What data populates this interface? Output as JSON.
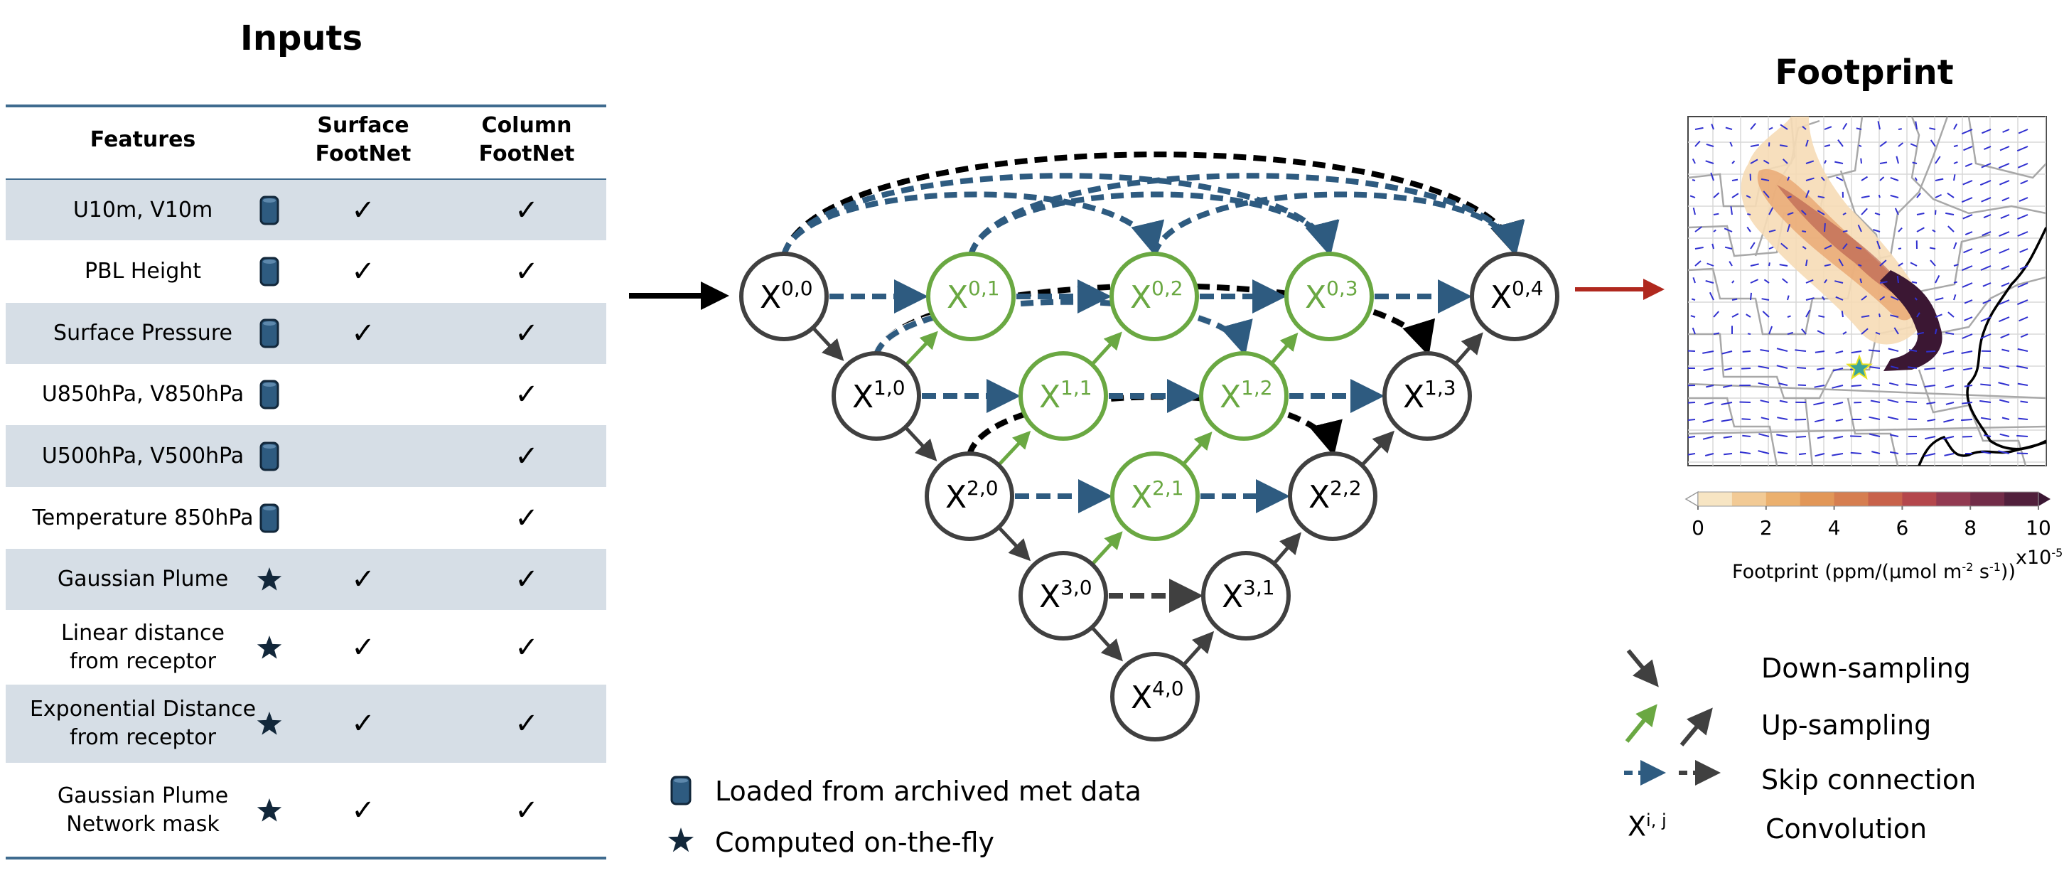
{
  "inputs": {
    "title": "Inputs",
    "headers": {
      "features": "Features",
      "surface_line1": "Surface",
      "surface_line2": "FootNet",
      "column_line1": "Column",
      "column_line2": "FootNet"
    },
    "check_glyph": "✓",
    "rows": [
      {
        "label": [
          "U10m, V10m"
        ],
        "source": "database-icon",
        "surface": true,
        "column": true
      },
      {
        "label": [
          "PBL Height"
        ],
        "source": "database-icon",
        "surface": true,
        "column": true
      },
      {
        "label": [
          "Surface Pressure"
        ],
        "source": "database-icon",
        "surface": true,
        "column": true
      },
      {
        "label": [
          "U850hPa, V850hPa"
        ],
        "source": "database-icon",
        "surface": false,
        "column": true
      },
      {
        "label": [
          "U500hPa, V500hPa"
        ],
        "source": "database-icon",
        "surface": false,
        "column": true
      },
      {
        "label": [
          "Temperature 850hPa"
        ],
        "source": "database-icon",
        "surface": false,
        "column": true
      },
      {
        "label": [
          "Gaussian Plume"
        ],
        "source": "star-icon",
        "surface": true,
        "column": true
      },
      {
        "label": [
          "Linear distance",
          "from receptor"
        ],
        "source": "star-icon",
        "surface": true,
        "column": true
      },
      {
        "label": [
          "Exponential Distance",
          "from receptor"
        ],
        "source": "star-icon",
        "surface": true,
        "column": true
      },
      {
        "label": [
          "Gaussian Plume",
          "Network mask"
        ],
        "source": "star-icon",
        "surface": true,
        "column": true
      }
    ]
  },
  "source_legend": {
    "database": "Loaded from archived met data",
    "computed": "Computed on-the-fly"
  },
  "network": {
    "colors": {
      "node_stroke": "#404040",
      "node_green": "#6aa842",
      "skip_blue": "#2e5b80",
      "skip_black": "#000000",
      "skip_gray": "#404040",
      "output_arrow": "#b0281e"
    },
    "nodes": [
      {
        "id": "X00",
        "i": 0,
        "j": 0,
        "green": false
      },
      {
        "id": "X01",
        "i": 0,
        "j": 1,
        "green": true
      },
      {
        "id": "X02",
        "i": 0,
        "j": 2,
        "green": true
      },
      {
        "id": "X03",
        "i": 0,
        "j": 3,
        "green": true
      },
      {
        "id": "X04",
        "i": 0,
        "j": 4,
        "green": false
      },
      {
        "id": "X10",
        "i": 1,
        "j": 0,
        "green": false
      },
      {
        "id": "X11",
        "i": 1,
        "j": 1,
        "green": true
      },
      {
        "id": "X12",
        "i": 1,
        "j": 2,
        "green": true
      },
      {
        "id": "X13",
        "i": 1,
        "j": 3,
        "green": false
      },
      {
        "id": "X20",
        "i": 2,
        "j": 0,
        "green": false
      },
      {
        "id": "X21",
        "i": 2,
        "j": 1,
        "green": true
      },
      {
        "id": "X22",
        "i": 2,
        "j": 2,
        "green": false
      },
      {
        "id": "X30",
        "i": 3,
        "j": 0,
        "green": false
      },
      {
        "id": "X31",
        "i": 3,
        "j": 1,
        "green": false
      },
      {
        "id": "X40",
        "i": 4,
        "j": 0,
        "green": false
      }
    ],
    "down_edges": [
      [
        "X00",
        "X10"
      ],
      [
        "X10",
        "X20"
      ],
      [
        "X20",
        "X30"
      ],
      [
        "X30",
        "X40"
      ]
    ],
    "up_edges_green": [
      [
        "X10",
        "X01"
      ],
      [
        "X11",
        "X02"
      ],
      [
        "X12",
        "X03"
      ],
      [
        "X20",
        "X11"
      ],
      [
        "X21",
        "X12"
      ],
      [
        "X30",
        "X21"
      ]
    ],
    "up_edges_gray": [
      [
        "X13",
        "X04"
      ],
      [
        "X22",
        "X13"
      ],
      [
        "X31",
        "X22"
      ],
      [
        "X40",
        "X31"
      ]
    ],
    "skip_straight": [
      {
        "from": "X00",
        "to": "X01",
        "color": "blue"
      },
      {
        "from": "X01",
        "to": "X02",
        "color": "blue"
      },
      {
        "from": "X02",
        "to": "X03",
        "color": "blue"
      },
      {
        "from": "X03",
        "to": "X04",
        "color": "blue"
      },
      {
        "from": "X10",
        "to": "X11",
        "color": "blue"
      },
      {
        "from": "X11",
        "to": "X12",
        "color": "blue"
      },
      {
        "from": "X12",
        "to": "X13",
        "color": "blue"
      },
      {
        "from": "X20",
        "to": "X21",
        "color": "blue"
      },
      {
        "from": "X21",
        "to": "X22",
        "color": "blue"
      },
      {
        "from": "X30",
        "to": "X31",
        "color": "gray"
      }
    ],
    "skip_arcs": [
      {
        "from": "X00",
        "to": "X04",
        "color": "black"
      },
      {
        "from": "X00",
        "to": "X03",
        "color": "blue"
      },
      {
        "from": "X00",
        "to": "X02",
        "color": "blue"
      },
      {
        "from": "X01",
        "to": "X04",
        "color": "blue"
      },
      {
        "from": "X01",
        "to": "X03",
        "color": "blue"
      },
      {
        "from": "X02",
        "to": "X04",
        "color": "blue"
      },
      {
        "from": "X10",
        "to": "X13",
        "color": "black"
      },
      {
        "from": "X10",
        "to": "X12",
        "color": "blue"
      },
      {
        "from": "X20",
        "to": "X22",
        "color": "black"
      }
    ]
  },
  "footprint": {
    "title": "Footprint",
    "colorbar": {
      "ticks": [
        "0",
        "2",
        "4",
        "6",
        "8",
        "10"
      ],
      "colors": [
        "#f7e5c3",
        "#f2ca95",
        "#ebb06e",
        "#e29758",
        "#d67e50",
        "#c8624b",
        "#b4474c",
        "#923a51",
        "#722c48",
        "#51203c"
      ],
      "over_color": "#3b1733",
      "under_color": "#ffffff",
      "label": "Footprint (ppm/(µmol m",
      "label_sup1": "-2",
      "label_mid": " s",
      "label_sup2": "-1",
      "label_end": "))",
      "scale_prefix": "x10",
      "scale_exp": "-5"
    },
    "receptor_marker": "star-icon"
  },
  "legend": {
    "down": "Down-sampling",
    "up": "Up-sampling",
    "skip": "Skip connection",
    "conv_symbol_base": "X",
    "conv_symbol_sup": "i, j",
    "conv": "Convolution"
  }
}
